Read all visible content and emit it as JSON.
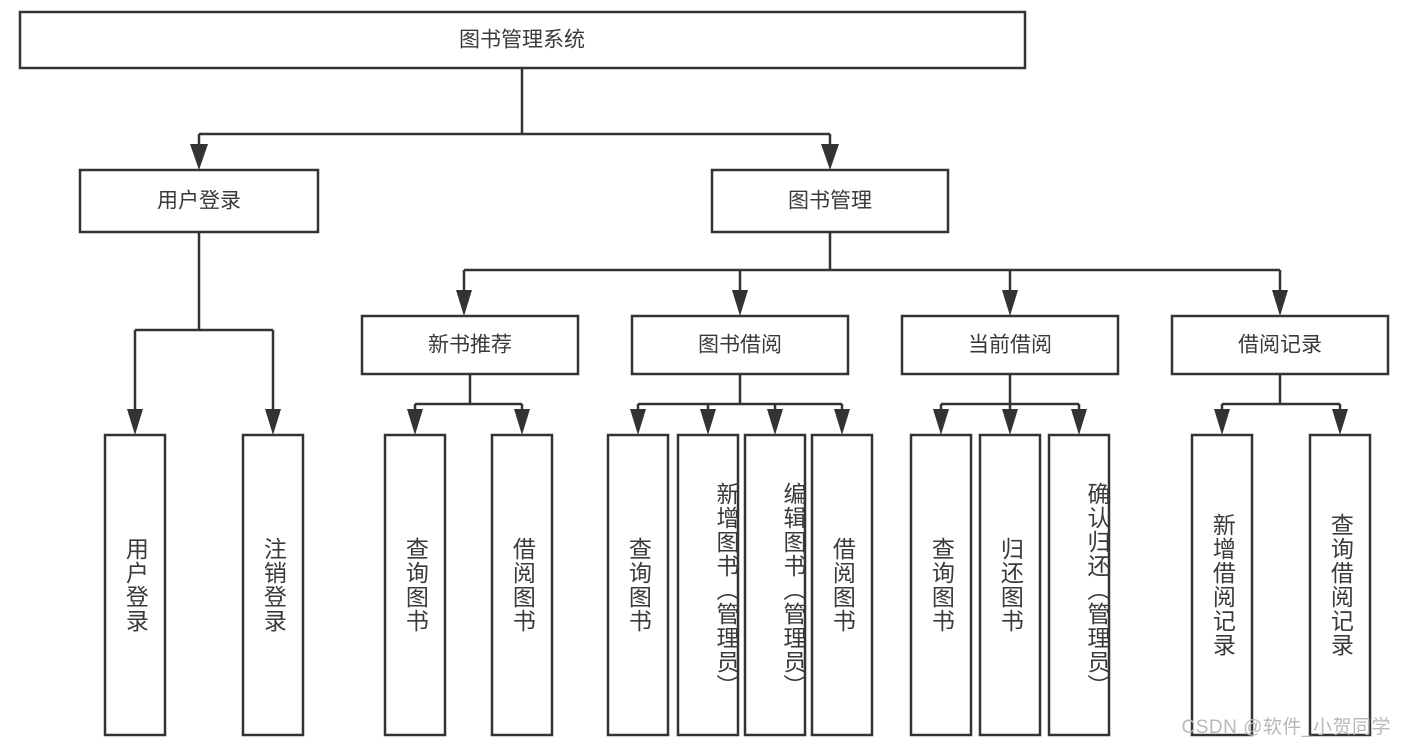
{
  "diagram": {
    "type": "hierarchy-tree",
    "title": "图书管理系统",
    "levels": [
      {
        "level": 0,
        "nodes": [
          {
            "id": "root",
            "label": "图书管理系统",
            "orientation": "horizontal"
          }
        ]
      },
      {
        "level": 1,
        "nodes": [
          {
            "id": "user-login",
            "label": "用户登录",
            "orientation": "horizontal",
            "parent": "root"
          },
          {
            "id": "book-manage",
            "label": "图书管理",
            "orientation": "horizontal",
            "parent": "root"
          }
        ]
      },
      {
        "level": 2,
        "nodes": [
          {
            "id": "new-book-rec",
            "label": "新书推荐",
            "orientation": "horizontal",
            "parent": "book-manage"
          },
          {
            "id": "book-borrow",
            "label": "图书借阅",
            "orientation": "horizontal",
            "parent": "book-manage"
          },
          {
            "id": "current-borrow",
            "label": "当前借阅",
            "orientation": "horizontal",
            "parent": "book-manage"
          },
          {
            "id": "borrow-record",
            "label": "借阅记录",
            "orientation": "horizontal",
            "parent": "book-manage"
          }
        ]
      },
      {
        "level": 3,
        "nodes": [
          {
            "id": "leaf-1",
            "label": "用户登录",
            "orientation": "vertical",
            "parent": "user-login"
          },
          {
            "id": "leaf-2",
            "label": "注销登录",
            "orientation": "vertical",
            "parent": "user-login"
          },
          {
            "id": "leaf-3",
            "label": "查询图书",
            "orientation": "vertical",
            "parent": "new-book-rec"
          },
          {
            "id": "leaf-4",
            "label": "借阅图书",
            "orientation": "vertical",
            "parent": "new-book-rec"
          },
          {
            "id": "leaf-5",
            "label": "查询图书",
            "orientation": "vertical",
            "parent": "book-borrow"
          },
          {
            "id": "leaf-6",
            "label": "新增图书（管理员）",
            "orientation": "vertical",
            "parent": "book-borrow"
          },
          {
            "id": "leaf-7",
            "label": "编辑图书（管理员）",
            "orientation": "vertical",
            "parent": "book-borrow"
          },
          {
            "id": "leaf-8",
            "label": "借阅图书",
            "orientation": "vertical",
            "parent": "book-borrow"
          },
          {
            "id": "leaf-9",
            "label": "查询图书",
            "orientation": "vertical",
            "parent": "current-borrow"
          },
          {
            "id": "leaf-10",
            "label": "归还图书",
            "orientation": "vertical",
            "parent": "current-borrow"
          },
          {
            "id": "leaf-11",
            "label": "确认归还（管理员）",
            "orientation": "vertical",
            "parent": "current-borrow"
          },
          {
            "id": "leaf-12",
            "label": "新增借阅记录",
            "orientation": "vertical",
            "parent": "borrow-record"
          },
          {
            "id": "leaf-13",
            "label": "查询借阅记录",
            "orientation": "vertical",
            "parent": "borrow-record"
          }
        ]
      }
    ],
    "colors": {
      "box_fill": "#ffffff",
      "box_stroke": "#333333",
      "text": "#3a3a3a",
      "connector": "#333333",
      "background": "#ffffff",
      "watermark": "#b9b9b9"
    }
  },
  "watermark": {
    "text": "CSDN @软件_小贺同学"
  }
}
